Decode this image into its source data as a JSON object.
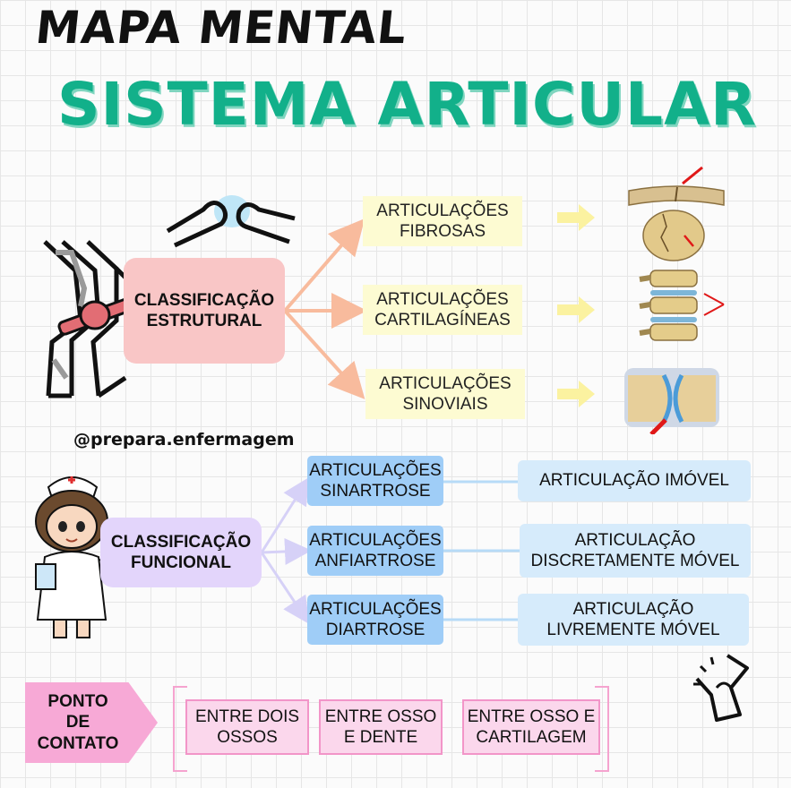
{
  "header": {
    "title_small": "MAPA MENTAL",
    "title_big": "SISTEMA ARTICULAR"
  },
  "structural": {
    "label_line1": "CLASSIFICAÇÃO",
    "label_line2": "ESTRUTURAL",
    "items": [
      {
        "line1": "ARTICULAÇÕES",
        "line2": "FIBROSAS"
      },
      {
        "line1": "ARTICULAÇÕES",
        "line2": "CARTILAGÍNEAS"
      },
      {
        "line1": "ARTICULAÇÕES",
        "line2": "SINOVIAIS"
      }
    ]
  },
  "handle": "@prepara.enfermagem",
  "functional": {
    "label_line1": "CLASSIFICAÇÃO",
    "label_line2": "FUNCIONAL",
    "items": [
      {
        "line1": "ARTICULAÇÕES",
        "line2": "SINARTROSE",
        "desc1": "ARTICULAÇÃO IMÓVEL",
        "desc2": ""
      },
      {
        "line1": "ARTICULAÇÕES",
        "line2": "ANFIARTROSE",
        "desc1": "ARTICULAÇÃO",
        "desc2": "DISCRETAMENTE MÓVEL"
      },
      {
        "line1": "ARTICULAÇÕES",
        "line2": "DIARTROSE",
        "desc1": "ARTICULAÇÃO",
        "desc2": "LIVREMENTE MÓVEL"
      }
    ]
  },
  "contact": {
    "label_line1": "PONTO",
    "label_line2": "DE",
    "label_line3": "CONTATO",
    "items": [
      {
        "line1": "ENTRE DOIS",
        "line2": "OSSOS"
      },
      {
        "line1": "ENTRE OSSO",
        "line2": "E DENTE"
      },
      {
        "line1": "ENTRE OSSO E",
        "line2": "CARTILAGEM"
      }
    ]
  },
  "colors": {
    "title_green": "#12b08a",
    "structural_pink": "#f9c6c6",
    "type_yellow": "#fdfbd2",
    "functional_purple": "#e3d5fb",
    "mid_blue": "#9fcdf7",
    "light_blue": "#d6ebfb",
    "contact_pink": "#f7a9d6"
  },
  "icons": [
    "joint-icon",
    "knee-joint-icon",
    "skull-suture-icon",
    "vertebrae-icon",
    "synovial-joint-icon",
    "nurse-illustration",
    "arrow-right-icon",
    "joint-pain-icon"
  ]
}
